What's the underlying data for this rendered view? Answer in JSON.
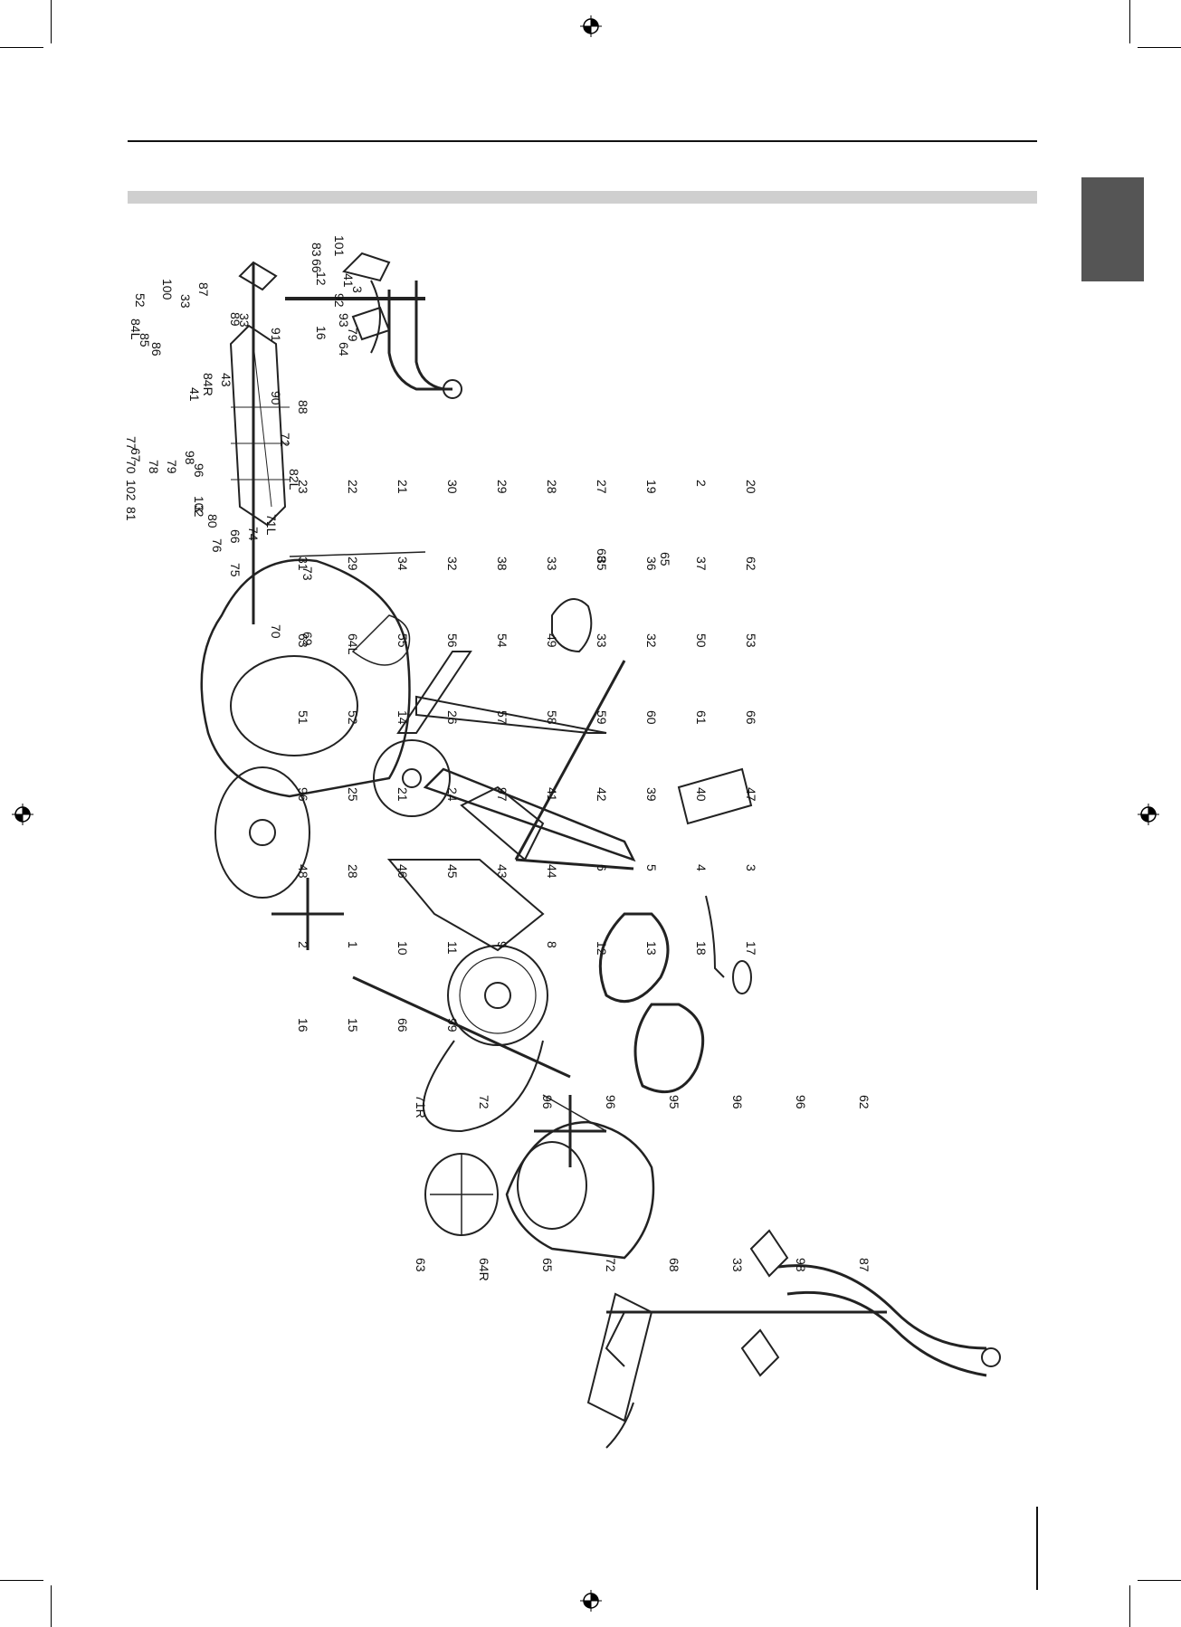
{
  "parts": {
    "group_top": [
      "84L",
      "85",
      "86",
      "52",
      "100",
      "87",
      "33",
      "89",
      "91",
      "33",
      "16",
      "88",
      "90",
      "83",
      "66",
      "12",
      "101",
      "41",
      "3",
      "92",
      "93",
      "79",
      "64",
      "43",
      "84R",
      "41",
      "71L",
      "72",
      "82L",
      "102",
      "67",
      "77",
      "70",
      "81",
      "78",
      "79",
      "98",
      "96",
      "102",
      "3",
      "80",
      "76",
      "66",
      "74",
      "75",
      "73",
      "70",
      "69",
      "68",
      "65"
    ],
    "group_middle": [
      "23",
      "22",
      "21",
      "30",
      "29",
      "28",
      "27",
      "19",
      "2",
      "20",
      "31",
      "29",
      "34",
      "32",
      "38",
      "33",
      "35",
      "36",
      "37",
      "62",
      "63",
      "64L",
      "55",
      "56",
      "54",
      "49",
      "33",
      "32",
      "50",
      "53",
      "51",
      "52",
      "14",
      "26",
      "57",
      "58",
      "59",
      "60",
      "61",
      "66",
      "96",
      "25",
      "21",
      "24",
      "97",
      "41",
      "42",
      "39",
      "40",
      "47",
      "48",
      "28",
      "46",
      "45",
      "43",
      "44",
      "6",
      "5",
      "4",
      "3",
      "2",
      "1",
      "10",
      "11",
      "9",
      "8",
      "12",
      "13",
      "18",
      "17",
      "16",
      "15",
      "66",
      "99"
    ],
    "group_bottom": [
      "71R",
      "72",
      "96",
      "96",
      "95",
      "96",
      "96",
      "62",
      "63",
      "64R",
      "65",
      "72",
      "68",
      "33",
      "98",
      "87"
    ]
  }
}
